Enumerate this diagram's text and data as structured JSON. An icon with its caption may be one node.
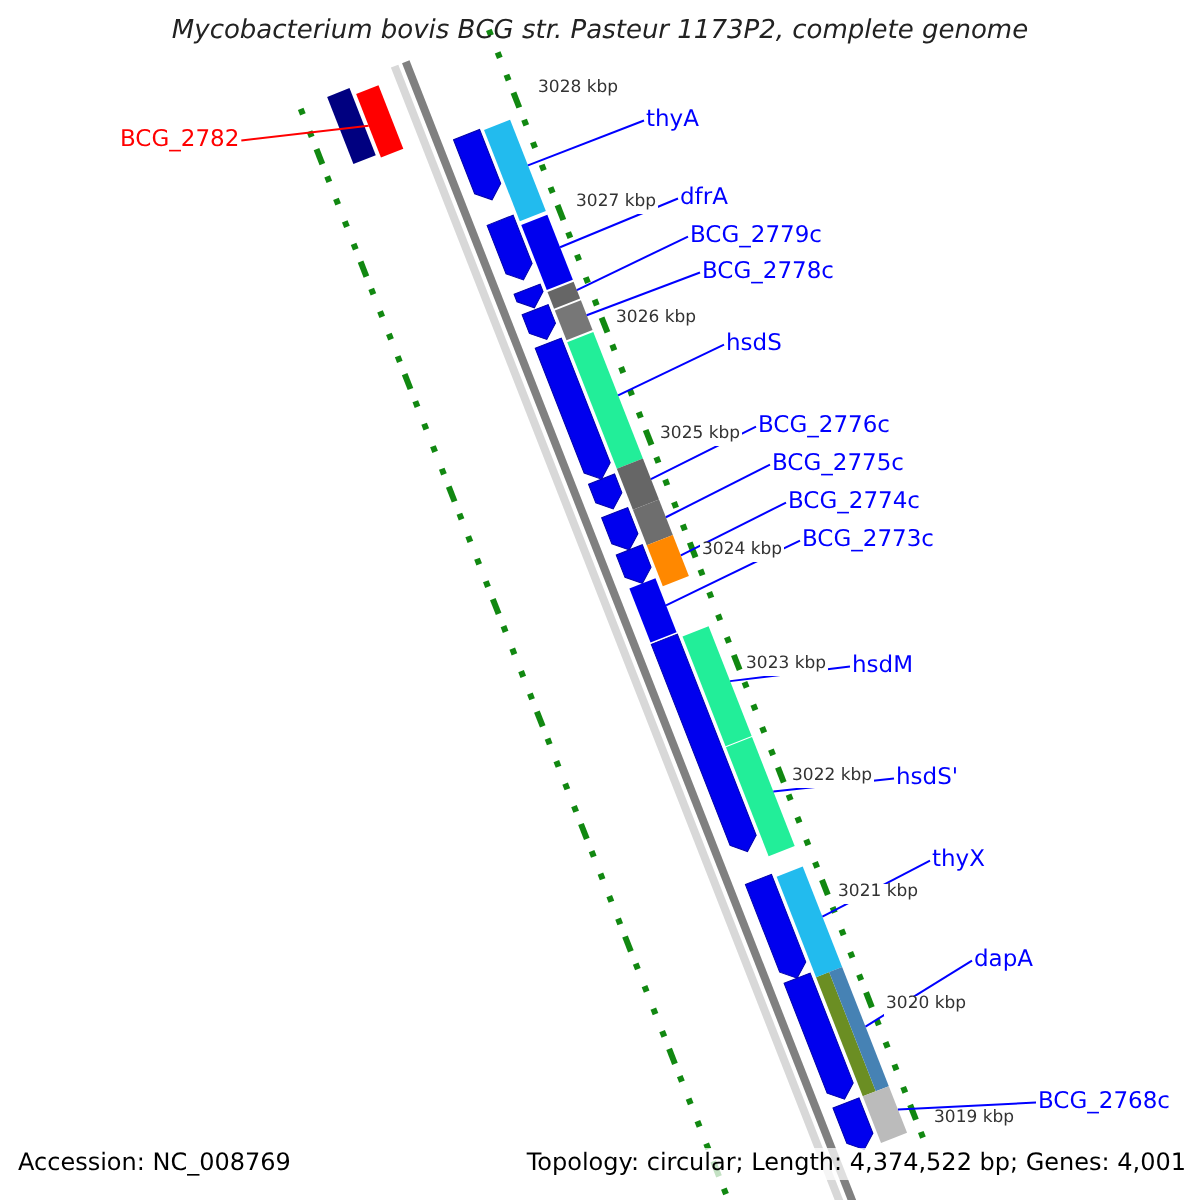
{
  "diagram": {
    "title": "Mycobacterium bovis BCG str. Pasteur 1173P2, complete genome",
    "nodes": [
      {
        "text": [
          "BCG_2782"
        ]
      },
      {
        "text": [
          "thyA"
        ]
      },
      {
        "text": [
          "dfrA"
        ]
      },
      {
        "text": [
          "BCG_2779c"
        ]
      },
      {
        "text": [
          "BCG_2778c"
        ]
      },
      {
        "text": [
          "hsdS"
        ]
      },
      {
        "text": [
          "BCG_2776c"
        ]
      },
      {
        "text": [
          "BCG_2775c"
        ]
      },
      {
        "text": [
          "BCG_2774c"
        ]
      },
      {
        "text": [
          "BCG_2773c"
        ]
      },
      {
        "text": [
          "hsdM"
        ]
      },
      {
        "text": [
          "hsdS'"
        ]
      },
      {
        "text": [
          "thyX"
        ]
      },
      {
        "text": [
          "dapA"
        ]
      },
      {
        "text": [
          "BCG_2768c"
        ]
      },
      {
        "text": [],
        "shape": "bar"
      },
      {
        "text": [],
        "shape": "bar"
      },
      {
        "text": [],
        "shape": "bar"
      },
      {
        "text": [],
        "shape": "bar"
      },
      {
        "text": [],
        "shape": "bar"
      },
      {
        "text": [],
        "shape": "bar"
      },
      {
        "text": [],
        "shape": "bar"
      },
      {
        "text": [],
        "shape": "bar"
      },
      {
        "text": [],
        "shape": "bar"
      },
      {
        "text": [],
        "shape": "bar"
      },
      {
        "text": [],
        "shape": "bar"
      },
      {
        "text": [],
        "shape": "bar"
      },
      {
        "text": [],
        "shape": "bar"
      },
      {
        "text": [],
        "shape": "bar"
      },
      {
        "text": [],
        "shape": "bar"
      }
    ],
    "edges": [
      {
        "from": 0,
        "to": 15,
        "arrow": "none",
        "color": "#ff0000"
      },
      {
        "from": 1,
        "to": 16,
        "arrow": "none"
      },
      {
        "from": 2,
        "to": 17,
        "arrow": "none"
      },
      {
        "from": 3,
        "to": 18,
        "arrow": "none"
      },
      {
        "from": 4,
        "to": 19,
        "arrow": "none"
      },
      {
        "from": 5,
        "to": 20,
        "arrow": "none"
      },
      {
        "from": 6,
        "to": 21,
        "arrow": "none"
      },
      {
        "from": 7,
        "to": 22,
        "arrow": "none"
      },
      {
        "from": 8,
        "to": 23,
        "arrow": "none"
      },
      {
        "from": 9,
        "to": 24,
        "arrow": "none"
      },
      {
        "from": 10,
        "to": 25,
        "arrow": "none"
      },
      {
        "from": 11,
        "to": 26,
        "arrow": "none"
      },
      {
        "from": 12,
        "to": 27,
        "arrow": "none"
      },
      {
        "from": 13,
        "to": 28,
        "arrow": "none"
      },
      {
        "from": 14,
        "to": 29,
        "arrow": "none"
      }
    ],
    "labels": [
      "3028 kbp",
      "3027 kbp",
      "3026 kbp",
      "3025 kbp",
      "3024 kbp",
      "3023 kbp",
      "3022 kbp",
      "3021 kbp",
      "3020 kbp",
      "3019 kbp",
      "Accession: NC_008769",
      "Topology: circular; Length: 4,374,522 bp; Genes: 4,001"
    ]
  }
}
